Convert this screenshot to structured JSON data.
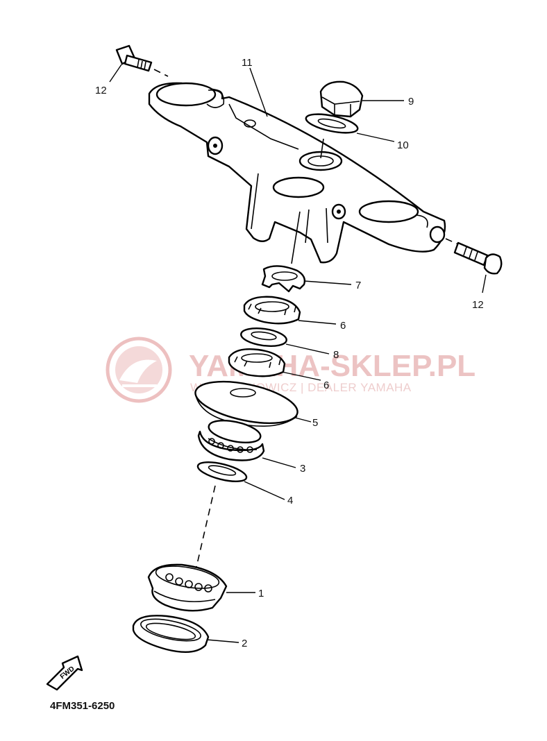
{
  "diagram": {
    "code": "4FM351-6250",
    "fwd_label": "FWD",
    "watermark": {
      "main": "YAMAHA-SKLEP.PL",
      "sub": "WOJCIECHOWICZ | DEALER YAMAHA"
    },
    "callouts": [
      {
        "id": "12a",
        "label": "12"
      },
      {
        "id": "11",
        "label": "11"
      },
      {
        "id": "9",
        "label": "9"
      },
      {
        "id": "10",
        "label": "10"
      },
      {
        "id": "12b",
        "label": "12"
      },
      {
        "id": "7",
        "label": "7"
      },
      {
        "id": "6a",
        "label": "6"
      },
      {
        "id": "8",
        "label": "8"
      },
      {
        "id": "6b",
        "label": "6"
      },
      {
        "id": "5",
        "label": "5"
      },
      {
        "id": "3",
        "label": "3"
      },
      {
        "id": "4",
        "label": "4"
      },
      {
        "id": "1",
        "label": "1"
      },
      {
        "id": "2",
        "label": "2"
      }
    ]
  }
}
